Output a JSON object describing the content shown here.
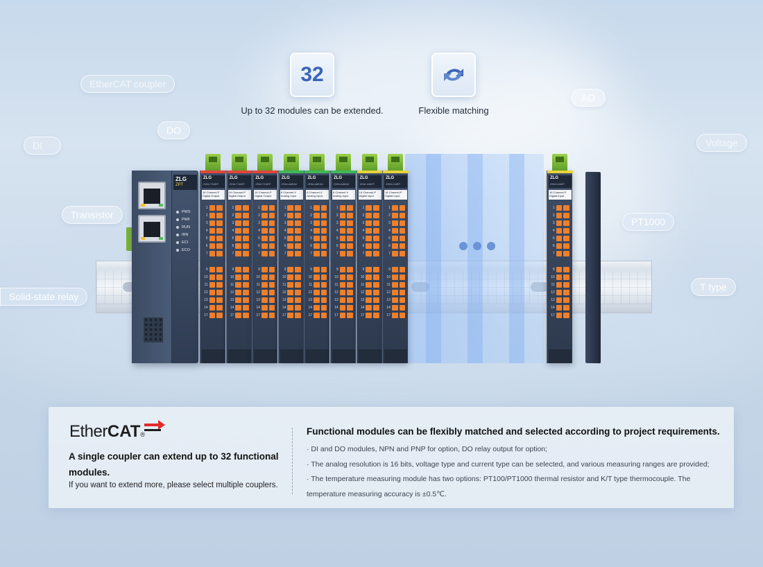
{
  "tags": {
    "ethercat_coupler": "EtherCAT coupler",
    "do": "DO",
    "di": "DI",
    "transistor": "Transistor",
    "solid_state_relay": "Solid-state relay",
    "ao": "AO",
    "voltage": "Voltage",
    "pt1000": "PT1000",
    "t_type": "T type"
  },
  "features": [
    {
      "value": "32",
      "label": "Up to 32 modules can be extended."
    },
    {
      "icon": "refresh-arrows-icon",
      "label": "Flexible matching"
    }
  ],
  "coupler": {
    "brand": "ZLG",
    "model": "ZPT",
    "leds": [
      "PWS",
      "PWF",
      "RUN",
      "IRN",
      "ECI",
      "ECO"
    ]
  },
  "modules": [
    {
      "brand": "ZLG",
      "code": "ZDM-T16EP",
      "type": "16 Channel-P Digital Output",
      "stripe": "#e2463c"
    },
    {
      "brand": "ZLG",
      "code": "ZDM-T16EP",
      "type": "16 Channel-P Digital Output",
      "stripe": "#e2463c"
    },
    {
      "brand": "ZLG",
      "code": "ZDM-T16EP",
      "type": "16 Channel-P Digital Output",
      "stripe": "#e2463c"
    },
    {
      "brand": "ZLG",
      "code": "ZDM-A8EAV",
      "type": "8 Channel-V Analog Input",
      "stripe": "#40b858"
    },
    {
      "brand": "ZLG",
      "code": "ZDM-A8EAV",
      "type": "8 Channel-V Analog Input",
      "stripe": "#40b858"
    },
    {
      "brand": "ZLG",
      "code": "ZDM-A8EAV",
      "type": "8 Channel-V Analog Input",
      "stripe": "#40b858"
    },
    {
      "brand": "ZLG",
      "code": "ZDM-I16EP",
      "type": "16 Channel-P Digital Input",
      "stripe": "#e9d23a"
    },
    {
      "brand": "ZLG",
      "code": "ZDM-I16EP",
      "type": "16 Channel-P Digital Input",
      "stripe": "#e9d23a"
    }
  ],
  "last_module": {
    "brand": "ZLG",
    "code": "ZDM-I16EP",
    "type": "16 Channel-P Digital Input",
    "stripe": "#e9d23a"
  },
  "terminal_numbers_top": [
    "1",
    "2",
    "3",
    "4",
    "5",
    "6",
    "7"
  ],
  "terminal_numbers_bottom": [
    "9",
    "10",
    "11",
    "12",
    "13",
    "14",
    "17"
  ],
  "panel": {
    "logo_text_regular": "Ether",
    "logo_text_bold": "CAT",
    "logo_reg": "®",
    "lead": "A single coupler can extend up to 32 functional modules.",
    "sub": "If you want to extend more, please select multiple couplers.",
    "title": "Functional modules can be flexibly matched and selected according to project requirements.",
    "points": [
      "· DI and DO modules, NPN and PNP for option, DO relay output for option;",
      "· The analog resolution is 16 bits, voltage type and current type can be selected, and various measuring ranges are provided;",
      "· The temperature measuring module has two options: PT100/PT1000 thermal resistor and K/T type thermocouple. The temperature measuring accuracy is ±0.5℃."
    ]
  },
  "colors": {
    "accent": "#3a64b8",
    "logo_red": "#e12a2a",
    "terminal": "#f07f2a",
    "connector": "#7bb33c"
  }
}
